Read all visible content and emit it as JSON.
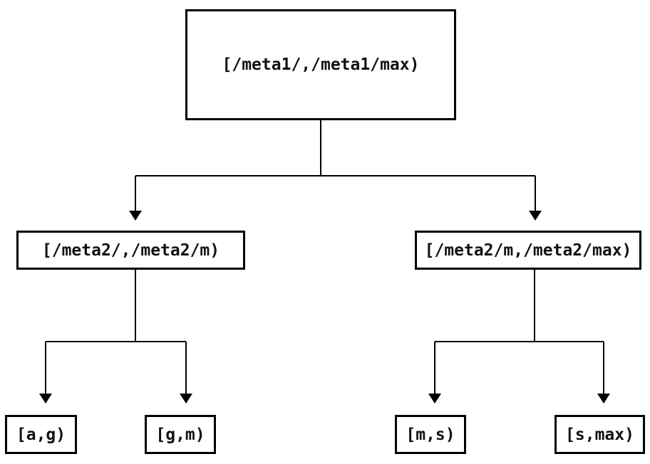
{
  "diagram": {
    "type": "binary-interval-partition-tree",
    "background_color": "#ffffff",
    "line_color": "#000000",
    "text_color": "#111111",
    "nodes": {
      "root": {
        "label": "[/meta1/,/meta1/max)"
      },
      "left": {
        "label": "[/meta2/,/meta2/m)"
      },
      "right": {
        "label": "[/meta2/m,/meta2/max)"
      },
      "leaf_ag": {
        "label": "[a,g)"
      },
      "leaf_gm": {
        "label": "[g,m)"
      },
      "leaf_ms": {
        "label": "[m,s)"
      },
      "leaf_smax": {
        "label": "[s,max)"
      }
    },
    "edges": [
      {
        "from": "root",
        "to": "left"
      },
      {
        "from": "root",
        "to": "right"
      },
      {
        "from": "left",
        "to": "leaf_ag"
      },
      {
        "from": "left",
        "to": "leaf_gm"
      },
      {
        "from": "right",
        "to": "leaf_ms"
      },
      {
        "from": "right",
        "to": "leaf_smax"
      }
    ]
  }
}
